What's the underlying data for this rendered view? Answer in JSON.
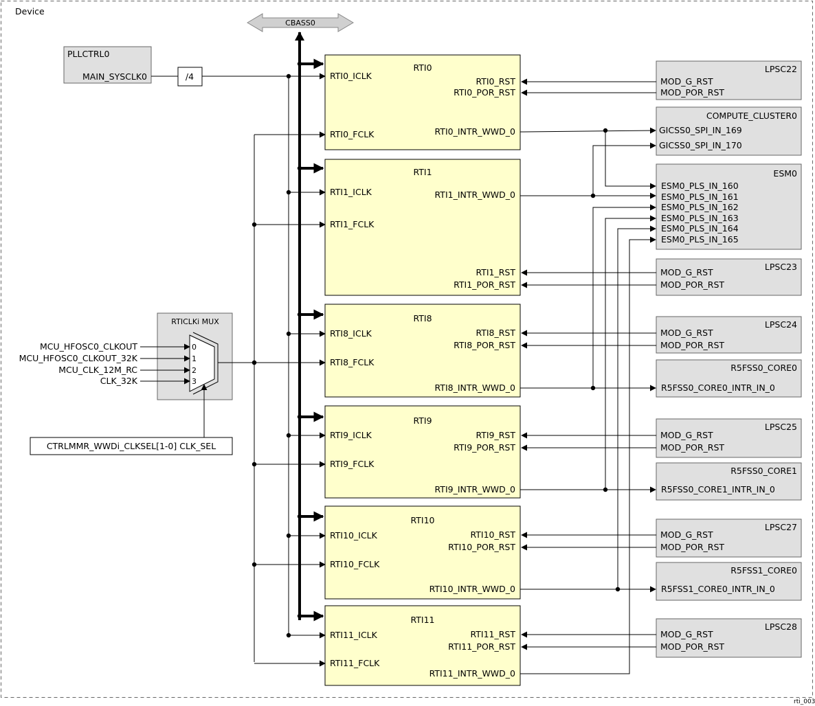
{
  "frame": {
    "title": "Device",
    "figure_id": "rti_003"
  },
  "bus": {
    "label": "CBASS0"
  },
  "pllctrl": {
    "name": "PLLCTRL0",
    "output": "MAIN_SYSCLK0",
    "divider": "/4"
  },
  "mux": {
    "title": "RTICLKi MUX",
    "inputs": [
      "MCU_HFOSC0_CLKOUT",
      "MCU_HFOSC0_CLKOUT_32K",
      "MCU_CLK_12M_RC",
      "CLK_32K"
    ],
    "input_indices": [
      "0",
      "1",
      "2",
      "3"
    ],
    "select_label": "CTRLMMR_WWDi_CLKSEL[1-0] CLK_SEL"
  },
  "rti_blocks": [
    {
      "name": "RTI0",
      "iclk": "RTI0_ICLK",
      "fclk": "RTI0_FCLK",
      "rst": "RTI0_RST",
      "por_rst": "RTI0_POR_RST",
      "intr": "RTI0_INTR_WWD_0"
    },
    {
      "name": "RTI1",
      "iclk": "RTI1_ICLK",
      "fclk": "RTI1_FCLK",
      "rst": "RTI1_RST",
      "por_rst": "RTI1_POR_RST",
      "intr": "RTI1_INTR_WWD_0"
    },
    {
      "name": "RTI8",
      "iclk": "RTI8_ICLK",
      "fclk": "RTI8_FCLK",
      "rst": "RTI8_RST",
      "por_rst": "RTI8_POR_RST",
      "intr": "RTI8_INTR_WWD_0"
    },
    {
      "name": "RTI9",
      "iclk": "RTI9_ICLK",
      "fclk": "RTI9_FCLK",
      "rst": "RTI9_RST",
      "por_rst": "RTI9_POR_RST",
      "intr": "RTI9_INTR_WWD_0"
    },
    {
      "name": "RTI10",
      "iclk": "RTI10_ICLK",
      "fclk": "RTI10_FCLK",
      "rst": "RTI10_RST",
      "por_rst": "RTI10_POR_RST",
      "intr": "RTI10_INTR_WWD_0"
    },
    {
      "name": "RTI11",
      "iclk": "RTI11_ICLK",
      "fclk": "RTI11_FCLK",
      "rst": "RTI11_RST",
      "por_rst": "RTI11_POR_RST",
      "intr": "RTI11_INTR_WWD_0"
    }
  ],
  "lpsc_blocks": [
    {
      "name": "LPSC22",
      "g_rst": "MOD_G_RST",
      "por_rst": "MOD_POR_RST"
    },
    {
      "name": "LPSC23",
      "g_rst": "MOD_G_RST",
      "por_rst": "MOD_POR_RST"
    },
    {
      "name": "LPSC24",
      "g_rst": "MOD_G_RST",
      "por_rst": "MOD_POR_RST"
    },
    {
      "name": "LPSC25",
      "g_rst": "MOD_G_RST",
      "por_rst": "MOD_POR_RST"
    },
    {
      "name": "LPSC27",
      "g_rst": "MOD_G_RST",
      "por_rst": "MOD_POR_RST"
    },
    {
      "name": "LPSC28",
      "g_rst": "MOD_G_RST",
      "por_rst": "MOD_POR_RST"
    }
  ],
  "compute_cluster": {
    "name": "COMPUTE_CLUSTER0",
    "inputs": [
      "GICSS0_SPI_IN_169",
      "GICSS0_SPI_IN_170"
    ]
  },
  "esm": {
    "name": "ESM0",
    "inputs": [
      "ESM0_PLS_IN_160",
      "ESM0_PLS_IN_161",
      "ESM0_PLS_IN_162",
      "ESM0_PLS_IN_163",
      "ESM0_PLS_IN_164",
      "ESM0_PLS_IN_165"
    ]
  },
  "r5_blocks": [
    {
      "name": "R5FSS0_CORE0",
      "input": "R5FSS0_CORE0_INTR_IN_0"
    },
    {
      "name": "R5FSS0_CORE1",
      "input": "R5FSS0_CORE1_INTR_IN_0"
    },
    {
      "name": "R5FSS1_CORE0",
      "input": "R5FSS1_CORE0_INTR_IN_0"
    }
  ],
  "colors": {
    "rti_fill": "#ffffcc",
    "gray_fill": "#e0e0e0",
    "line": "#000000",
    "frame": "#666666"
  }
}
